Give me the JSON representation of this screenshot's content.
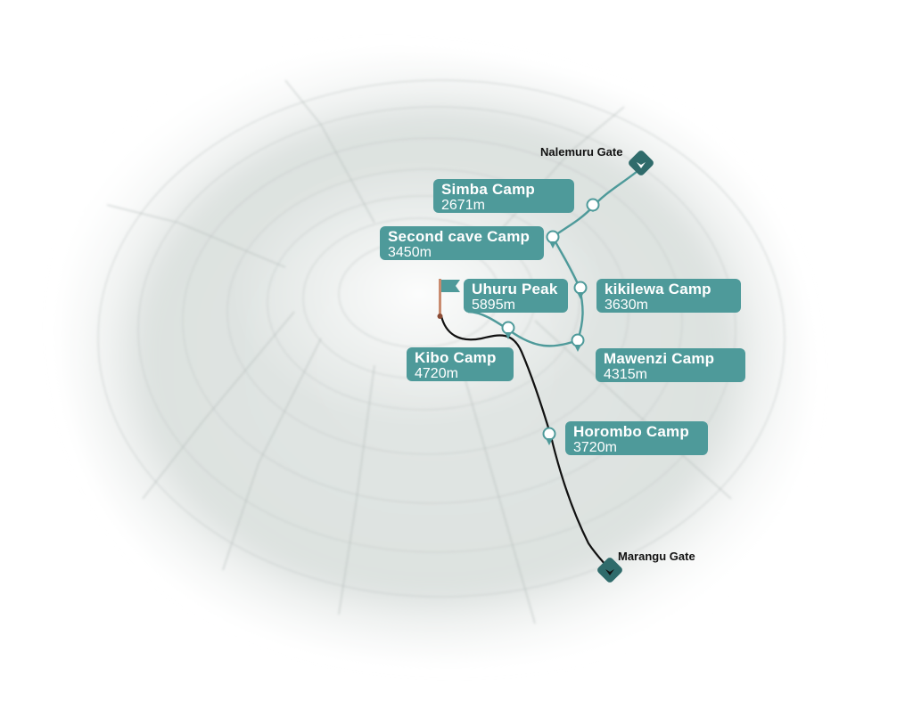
{
  "colors": {
    "accent": "#4e9a9a",
    "route_ascent": "#4e9a9a",
    "route_descent": "#111111",
    "gate_marker": "#2f6b6b",
    "terrain": "#dfe3e2",
    "terrain_dark": "#c4cac8"
  },
  "gates": {
    "start": {
      "name": "Nalemuru Gate",
      "icon": "gate-start-icon"
    },
    "end": {
      "name": "Marangu Gate",
      "icon": "gate-end-icon"
    }
  },
  "camps": {
    "simba": {
      "name": "Simba Camp",
      "elevation": "2671m"
    },
    "second_cave": {
      "name": "Second cave Camp",
      "elevation": "3450m"
    },
    "kikilewa": {
      "name": "kikilewa Camp",
      "elevation": "3630m"
    },
    "uhuru": {
      "name": "Uhuru Peak",
      "elevation": "5895m",
      "icon": "summit-flag-icon"
    },
    "kibo": {
      "name": "Kibo Camp",
      "elevation": "4720m"
    },
    "mawenzi": {
      "name": "Mawenzi Camp",
      "elevation": "4315m"
    },
    "horombo": {
      "name": "Horombo Camp",
      "elevation": "3720m"
    }
  }
}
